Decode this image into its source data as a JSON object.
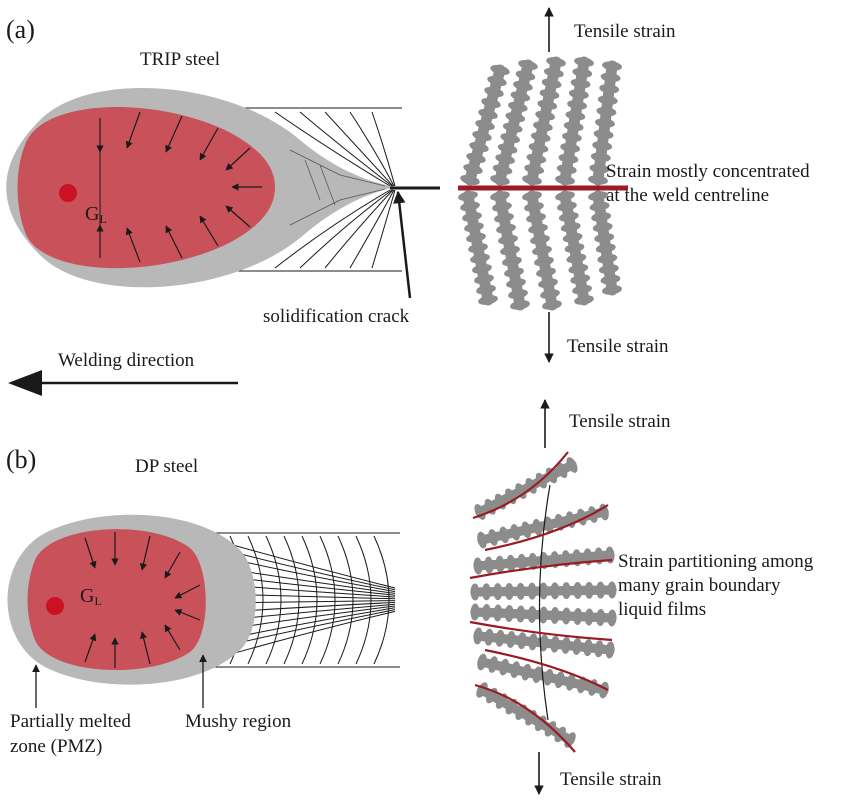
{
  "panel_a": {
    "label": "(a)",
    "title": "TRIP steel",
    "gradient_symbol": "G",
    "gradient_subscript": "L",
    "crack_label": "solidification crack",
    "strain_top": "Tensile strain",
    "strain_bottom": "Tensile strain",
    "strain_note_line1": "Strain mostly concentrated",
    "strain_note_line2": "at the weld centreline"
  },
  "welding_direction": "Welding direction",
  "panel_b": {
    "label": "(b)",
    "title": "DP steel",
    "gradient_symbol": "G",
    "gradient_subscript": "L",
    "pmz_line1": "Partially melted",
    "pmz_line2": "zone (PMZ)",
    "mushy_label": "Mushy region",
    "strain_top": "Tensile strain",
    "strain_bottom": "Tensile strain",
    "strain_note_line1": "Strain partitioning among",
    "strain_note_line2": "many grain boundary",
    "strain_note_line3": "liquid films"
  },
  "colors": {
    "weld_pool": "#c9525a",
    "mushy_zone": "#b8b8b8",
    "heat_source": "#cc1122",
    "dendrite": "#8c8c8c",
    "centreline": "#9b1b22",
    "ink": "#1a1a1a"
  }
}
